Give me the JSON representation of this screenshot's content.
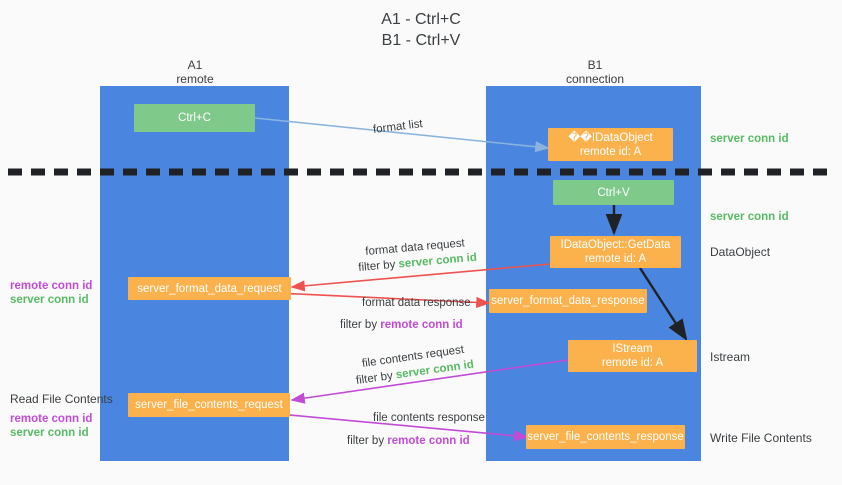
{
  "title": {
    "line1": "A1 - Ctrl+C",
    "line2": "B1 - Ctrl+V"
  },
  "colors": {
    "lane": "#4a86e0",
    "green_box": "#7fc98b",
    "orange_box": "#fbb14c",
    "server_conn_id": "#57bb63",
    "remote_conn_id": "#c24bd6",
    "arrow_blue": "#8ab4dd",
    "arrow_red": "#ef5350",
    "arrow_magenta": "#c24bd6",
    "arrow_black": "#202124",
    "background": "#fafafa"
  },
  "columns": [
    {
      "name": "A1",
      "sub": "remote"
    },
    {
      "name": "B1",
      "sub": "connection"
    }
  ],
  "nodes": [
    {
      "id": "ctrl-c",
      "line1": "Ctrl+C",
      "line2": "",
      "color": "green"
    },
    {
      "id": "idataobject",
      "line1": "��IDataObject",
      "line2": "remote id: A",
      "color": "orange"
    },
    {
      "id": "ctrl-v",
      "line1": "Ctrl+V",
      "line2": "",
      "color": "green"
    },
    {
      "id": "idataobject-getdata",
      "line1": "IDataObject::GetData",
      "line2": "remote id: A",
      "color": "orange"
    },
    {
      "id": "server-format-data-request",
      "line1": "server_format_data_request",
      "line2": "",
      "color": "orange"
    },
    {
      "id": "server-format-data-response",
      "line1": "server_format_data_response",
      "line2": "",
      "color": "orange"
    },
    {
      "id": "istream",
      "line1": "IStream",
      "line2": "remote id: A",
      "color": "orange"
    },
    {
      "id": "server-file-contents-request",
      "line1": "server_file_contents_request",
      "line2": "",
      "color": "orange"
    },
    {
      "id": "server-file-contents-response",
      "line1": "server_file_contents_response",
      "line2": "",
      "color": "orange"
    }
  ],
  "edge_labels": {
    "format_list": "format list",
    "format_data_request": "format data request",
    "format_data_response": "format data response",
    "file_contents_request": "file contents request",
    "file_contents_response": "file contents response",
    "filter_by": "filter by",
    "server_conn_id": "server conn id",
    "remote_conn_id": "remote conn id"
  },
  "side_labels": {
    "server_conn_id_top": "server conn id",
    "server_conn_id_mid": "server conn id",
    "dataobject": "DataObject",
    "istream": "Istream",
    "write_file_contents": "Write File Contents",
    "read_file_contents": "Read File Contents",
    "remote_conn_id": "remote conn id",
    "server_conn_id": "server conn id"
  }
}
